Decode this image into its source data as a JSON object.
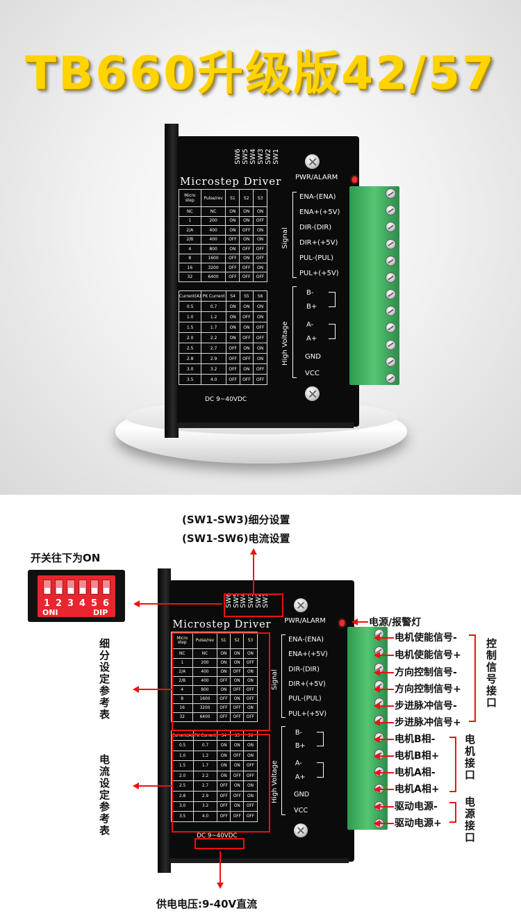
{
  "title": "TB660升级版42/57",
  "driver": {
    "name": "Microstep Driver",
    "switch_labels": [
      "SW6",
      "SW5",
      "SW4",
      "SW3",
      "SW2",
      "SW1"
    ],
    "pwr_alarm": "PWR/ALARM",
    "signal_label": "Signal",
    "high_voltage_label": "High Voltage",
    "power_spec": "DC 9~40VDC",
    "signal_terminals": [
      "ENA-(ENA)",
      "ENA+(+5V)",
      "DIR-(DIR)",
      "DIR+(+5V)",
      "PUL-(PUL)",
      "PUL+(+5V)"
    ],
    "power_terminals": [
      "B-",
      "B+",
      "A-",
      "A+",
      "GND",
      "VCC"
    ],
    "microstep_table": {
      "headers": [
        "Micro step",
        "Pulse/rev",
        "S1",
        "S2",
        "S3"
      ],
      "rows": [
        [
          "NC",
          "NC",
          "ON",
          "ON",
          "ON"
        ],
        [
          "1",
          "200",
          "ON",
          "ON",
          "OFF"
        ],
        [
          "2/A",
          "400",
          "ON",
          "OFF",
          "ON"
        ],
        [
          "2/B",
          "400",
          "OFF",
          "ON",
          "ON"
        ],
        [
          "4",
          "800",
          "ON",
          "OFF",
          "OFF"
        ],
        [
          "8",
          "1600",
          "OFF",
          "ON",
          "OFF"
        ],
        [
          "16",
          "3200",
          "OFF",
          "OFF",
          "ON"
        ],
        [
          "32",
          "6400",
          "OFF",
          "OFF",
          "OFF"
        ]
      ]
    },
    "current_table": {
      "headers": [
        "Current(A)",
        "PK Current",
        "S4",
        "S5",
        "S6"
      ],
      "rows": [
        [
          "0.5",
          "0.7",
          "ON",
          "ON",
          "ON"
        ],
        [
          "1.0",
          "1.2",
          "ON",
          "OFF",
          "ON"
        ],
        [
          "1.5",
          "1.7",
          "ON",
          "ON",
          "OFF"
        ],
        [
          "2.0",
          "2.2",
          "ON",
          "OFF",
          "OFF"
        ],
        [
          "2.5",
          "2.7",
          "OFF",
          "ON",
          "ON"
        ],
        [
          "2.8",
          "2.9",
          "OFF",
          "OFF",
          "ON"
        ],
        [
          "3.0",
          "3.2",
          "OFF",
          "ON",
          "OFF"
        ],
        [
          "3.5",
          "4.0",
          "OFF",
          "OFF",
          "OFF"
        ]
      ]
    }
  },
  "annotations": {
    "sw_subdivision": "(SW1-SW3)细分设置",
    "sw_current": "(SW1-SW6)电流设置",
    "switch_on": "开关往下为ON",
    "dip_numbers": [
      "1",
      "2",
      "3",
      "4",
      "5",
      "6"
    ],
    "dip_on": "ONI",
    "dip_dip": "DIP",
    "subdivision_table": "细分设定参考表",
    "current_table": "电流设定参考表",
    "led": "电源/报警灯",
    "supply_voltage": "供电电压:9-40V直流",
    "terminal_labels": [
      "电机使能信号-",
      "电机使能信号+",
      "方向控制信号-",
      "方向控制信号+",
      "步进脉冲信号-",
      "步进脉冲信号+",
      "电机B相-",
      "电机B相+",
      "电机A相-",
      "电机A相+",
      "驱动电源-",
      "驱动电源+"
    ],
    "group_control": "控制信号接口",
    "group_motor": "电机接口",
    "group_power": "电源接口"
  }
}
